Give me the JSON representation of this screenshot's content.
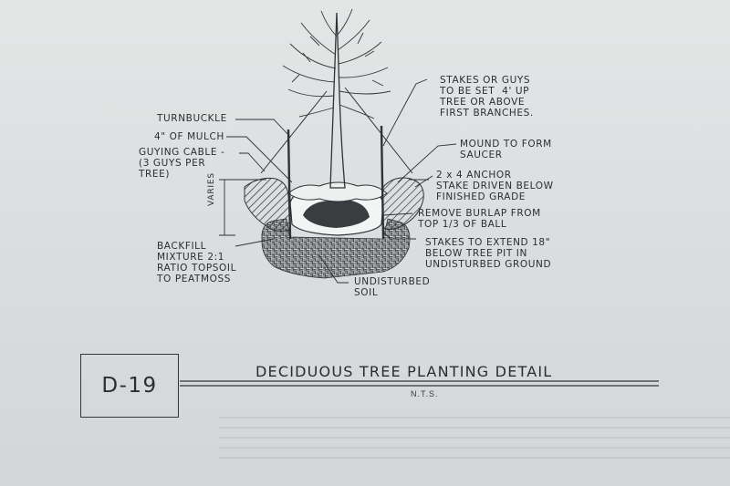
{
  "detail_id": "D-19",
  "title": "DECIDUOUS TREE PLANTING DETAIL",
  "scale_note": "N.T.S.",
  "dimension_label": "VARIES",
  "callouts": {
    "turnbuckle": "TURNBUCKLE",
    "mulch": "4\" OF MULCH",
    "guying_cable": "GUYING CABLE -\n(3 GUYS PER\nTREE)",
    "backfill": "BACKFILL\nMIXTURE 2:1\nRATIO TOPSOIL\nTO PEATMOSS",
    "undisturbed_soil": "UNDISTURBED\nSOIL",
    "stakes_guys": "STAKES OR GUYS\nTO BE SET  4' UP\nTREE OR ABOVE\nFIRST BRANCHES.",
    "mound": "MOUND TO FORM\nSAUCER",
    "anchor": "2 x 4 ANCHOR\nSTAKE DRIVEN BELOW\nFINISHED GRADE",
    "burlap": "REMOVE BURLAP FROM\nTOP 1/3 OF BALL",
    "stakes_extend": "STAKES TO EXTEND 18\"\nBELOW TREE PIT IN\nUNDISTURBED GROUND"
  },
  "colors": {
    "paper": "#e0e2e3",
    "ink": "#2b2e31"
  }
}
